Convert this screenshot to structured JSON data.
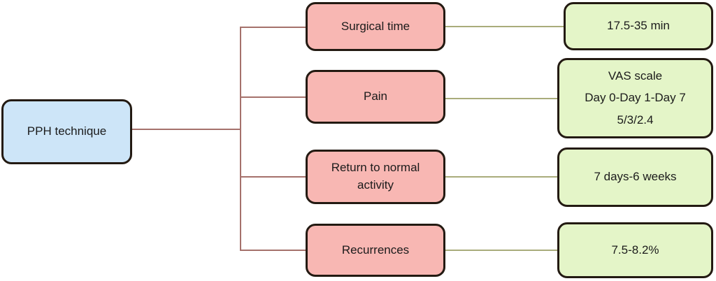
{
  "diagram": {
    "root": {
      "label": "PPH technique"
    },
    "rows": [
      {
        "measure": {
          "label": "Surgical time"
        },
        "result": {
          "lines": [
            "17.5-35 min"
          ]
        }
      },
      {
        "measure": {
          "label": "Pain"
        },
        "result": {
          "lines": [
            "VAS scale",
            "Day 0-Day 1-Day 7",
            "5/3/2.4"
          ]
        }
      },
      {
        "measure": {
          "label": "Return to normal activity"
        },
        "result": {
          "lines": [
            "7 days-6 weeks"
          ]
        }
      },
      {
        "measure": {
          "label": "Recurrences"
        },
        "result": {
          "lines": [
            "7.5-8.2%"
          ]
        }
      }
    ],
    "colors": {
      "root_fill": "#cde5f8",
      "measure_fill": "#f8b7b3",
      "result_fill": "#e4f5c8",
      "node_border": "#231a12",
      "measure_connector": "#a5716b",
      "result_connector": "#a9ac7b",
      "background": "#ffffff"
    }
  }
}
